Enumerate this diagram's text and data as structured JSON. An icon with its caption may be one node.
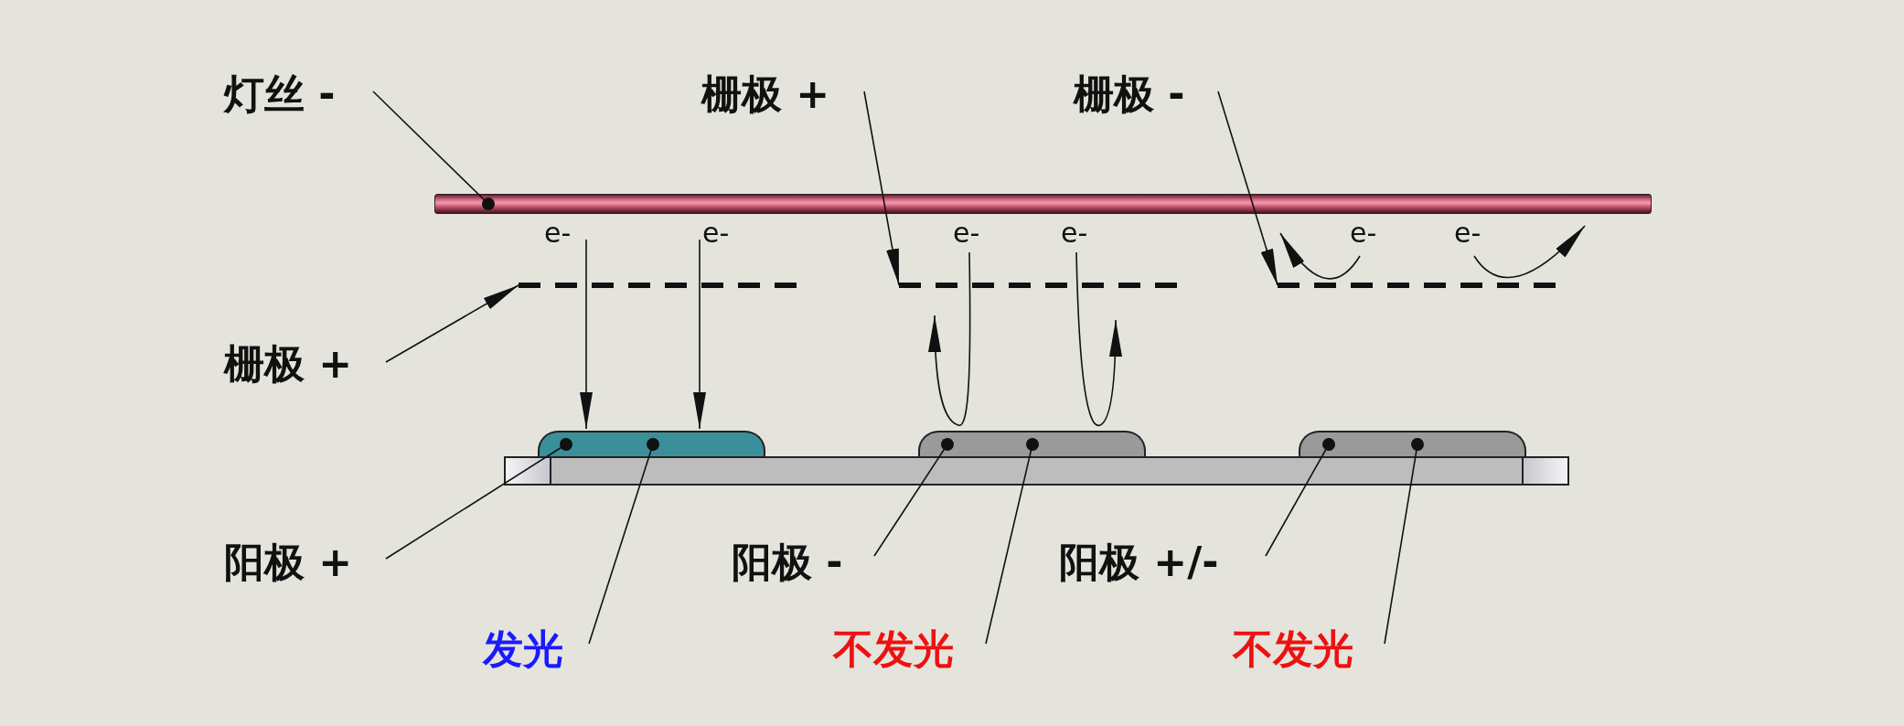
{
  "diagram": {
    "nodes": [
      {
        "text": [
          "灯丝 -"
        ]
      },
      {
        "text": [
          "栅极 +"
        ]
      },
      {
        "text": [
          "栅极 -"
        ]
      },
      {
        "text": [],
        "shape": "bar"
      },
      {
        "text": [],
        "shape": "bar"
      },
      {
        "text": [],
        "shape": "bar"
      },
      {
        "text": [],
        "shape": "bar"
      },
      {
        "text": [
          "栅极 +"
        ]
      },
      {
        "text": [],
        "shape": "box"
      },
      {
        "text": [],
        "shape": "box"
      },
      {
        "text": [],
        "shape": "box"
      },
      {
        "text": [
          "阳极 +"
        ]
      },
      {
        "text": [
          "阳极 -"
        ]
      },
      {
        "text": [
          "阳极 +/-"
        ]
      },
      {
        "text": [
          "发光"
        ]
      },
      {
        "text": [
          "不发光"
        ]
      },
      {
        "text": [
          "不发光"
        ]
      },
      {
        "text": [
          "e-"
        ]
      },
      {
        "text": [
          "e-"
        ]
      },
      {
        "text": [
          "e-"
        ]
      },
      {
        "text": [
          "e-"
        ]
      },
      {
        "text": [
          "e-"
        ]
      },
      {
        "text": [
          "e-"
        ]
      }
    ],
    "edges": [
      {
        "from": 0,
        "to": 3,
        "arrow": "other"
      },
      {
        "from": 1,
        "to": 5,
        "arrow": "to"
      },
      {
        "from": 2,
        "to": 6,
        "arrow": "to"
      },
      {
        "from": 7,
        "to": 4,
        "arrow": "to"
      },
      {
        "from": 11,
        "to": 8,
        "arrow": "other"
      },
      {
        "from": 14,
        "to": 8,
        "arrow": "other"
      },
      {
        "from": 12,
        "to": 9,
        "arrow": "other"
      },
      {
        "from": 15,
        "to": 9,
        "arrow": "other"
      },
      {
        "from": 13,
        "to": 10,
        "arrow": "other"
      },
      {
        "from": 16,
        "to": 10,
        "arrow": "other"
      },
      {
        "from": 17,
        "to": 8,
        "arrow": "to"
      },
      {
        "from": 18,
        "to": 8,
        "arrow": "to"
      },
      {
        "from": 19,
        "to": 5,
        "arrow": "to"
      },
      {
        "from": 20,
        "to": 5,
        "arrow": "to"
      },
      {
        "from": 21,
        "to": 3,
        "arrow": "to"
      },
      {
        "from": 22,
        "to": 3,
        "arrow": "to"
      }
    ]
  }
}
